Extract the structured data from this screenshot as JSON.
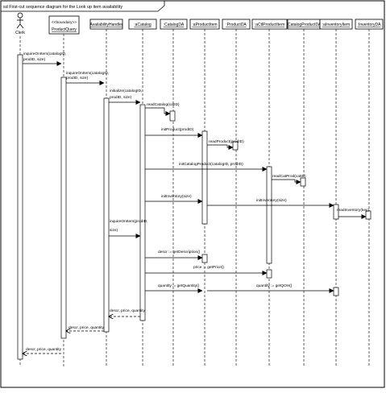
{
  "diagram": {
    "title": "sd First-cut sequence diagram for the Look up item availability",
    "actor": "Clerk",
    "boundary_stereotype": "<<boundary>>",
    "lifelines": [
      {
        "id": "pu",
        "label": "ProductQuery"
      },
      {
        "id": "ah",
        "label": "AvailabilityHandler"
      },
      {
        "id": "ac",
        "label": ":aCatalog"
      },
      {
        "id": "cd",
        "label": ":CatalogDA"
      },
      {
        "id": "ap",
        "label": ":aProductItem"
      },
      {
        "id": "pd",
        "label": ":ProductDA"
      },
      {
        "id": "acp",
        "label": ":aCtlProductItem"
      },
      {
        "id": "cpd",
        "label": ":CatalogProductDA"
      },
      {
        "id": "ai",
        "label": ":aInventoryItem"
      },
      {
        "id": "id",
        "label": ":InventoryDA"
      }
    ],
    "messages": [
      {
        "id": "m1",
        "text": "inquireOnItem(catalogID, prodID, size)"
      },
      {
        "id": "m2",
        "text": "inquireOnItem(catalogID, prodID, size)"
      },
      {
        "id": "m3",
        "text": "initialize(catalogID, prodID, size)"
      },
      {
        "id": "m4",
        "text": "readCatalog(catID)"
      },
      {
        "id": "m5",
        "text": "initProduct(prodID)"
      },
      {
        "id": "m6",
        "text": "readProduct(prodID)"
      },
      {
        "id": "m7",
        "text": "initCatalogProduct(catalogID, prodID)"
      },
      {
        "id": "m8",
        "text": "readCatProd(catID)"
      },
      {
        "id": "m9",
        "text": "initInventory(size)"
      },
      {
        "id": "m10",
        "text": "initInventory(size)"
      },
      {
        "id": "m11",
        "text": "readInventory(key)"
      },
      {
        "id": "m12",
        "text": "inquireOnItem(prodID, size)"
      },
      {
        "id": "m13",
        "text": "descr := getDescription()"
      },
      {
        "id": "m14",
        "text": "price := getPrice()"
      },
      {
        "id": "m15",
        "text": "quantity := getQuantity()"
      },
      {
        "id": "m16",
        "text": "quantity := getQOH()"
      },
      {
        "id": "m17",
        "text": "descr, price, quantity"
      },
      {
        "id": "m18",
        "text": "descr, price, quantity"
      },
      {
        "id": "m19",
        "text": "descr, price, quantity"
      }
    ]
  }
}
